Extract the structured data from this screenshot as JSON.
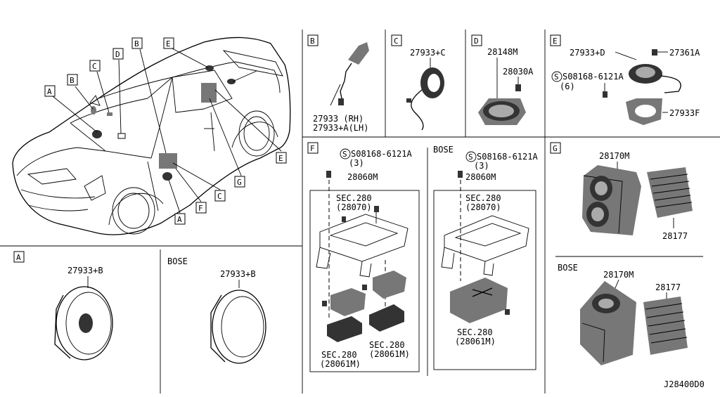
{
  "overview": {
    "callouts": [
      "A",
      "B",
      "C",
      "D",
      "B",
      "E",
      "E",
      "G",
      "C",
      "F",
      "A"
    ]
  },
  "panels": {
    "b": {
      "tag": "B",
      "pn_rh": "27933 (RH)",
      "pn_lh": "27933+A(LH)"
    },
    "c": {
      "tag": "C",
      "pn": "27933+C"
    },
    "d": {
      "tag": "D",
      "pn_bracket": "28148M",
      "pn_screw": "28030A"
    },
    "e": {
      "tag": "E",
      "pn_speaker": "27933+D",
      "pn_clip": "27361A",
      "pn_bolt": "S08168-6121A",
      "qty": "(6)",
      "pn_adapter": "27933F"
    },
    "f": {
      "tag": "F",
      "std_bolt": "S08168-6121A",
      "std_qty": "(3)",
      "std_pn": "28060M",
      "std_sec_top": "SEC.280",
      "std_sec_top_ref": "(28070)",
      "std_sec_left": "SEC.280",
      "std_sec_left_ref": "(28061M)",
      "std_sec_right": "SEC.280",
      "std_sec_right_ref": "(28061M)",
      "bose_label": "BOSE",
      "bose_bolt": "S08168-6121A",
      "bose_qty": "(3)",
      "bose_pn": "28060M",
      "bose_sec_top": "SEC.280",
      "bose_sec_top_ref": "(28070)",
      "bose_sec_bot": "SEC.280",
      "bose_sec_bot_ref": "(28061M)"
    },
    "g": {
      "tag": "G",
      "pn_std_box": "28170M",
      "pn_std_amp": "28177",
      "bose_label": "BOSE",
      "pn_bose_box": "28170M",
      "pn_bose_amp": "28177"
    },
    "a": {
      "tag": "A",
      "pn_std": "27933+B",
      "bose_label": "BOSE",
      "pn_bose": "27933+B"
    }
  },
  "footer": {
    "diagram_code": "J28400D0"
  }
}
